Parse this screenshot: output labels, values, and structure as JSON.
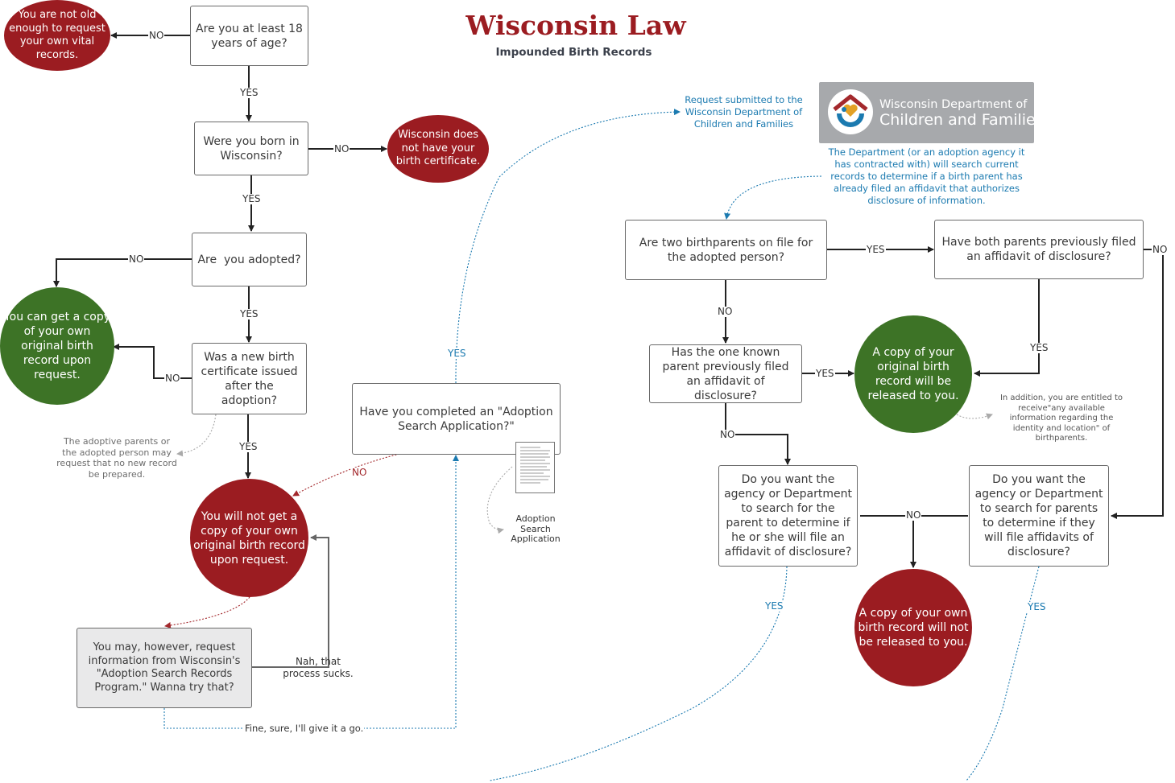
{
  "header": {
    "title": "Wisconsin Law",
    "subtitle": "Impounded Birth Records"
  },
  "logo": {
    "line1": "Wisconsin Department of",
    "line2": "Children and Families",
    "colors": {
      "background": "#a7a9ac",
      "roof": "#a3282c",
      "ring": "#1b7ab0",
      "heart": "#e3a126"
    }
  },
  "colors": {
    "red": "#9b1c21",
    "green": "#3d7326",
    "blue": "#1b7ab0",
    "grey_box": "#e9e9ea",
    "line": "#222222"
  },
  "left_flow": {
    "q_age": "Are you at least 18 years of age?",
    "r_not_old": "You are not old enough to request your own vital records.",
    "q_born": "Were you born in Wisconsin?",
    "r_no_cert": "Wisconsin does not have your birth certificate.",
    "q_adopted": "Are  you adopted?",
    "r_can_get": "You can get a copy of your own original birth record upon request.",
    "q_new_cert": "Was a new birth certificate issued after the adoption?",
    "note_adoptive": "The adoptive parents or the adopted person may request that no new record be prepared.",
    "r_will_not": "You will not get a copy of your own original birth record upon request.",
    "q_program": "You may, however, request information from Wisconsin's \"Adoption Search Records Program.\" Wanna try that?",
    "note_nah": "Nah, that process sucks.",
    "q_application": "Have you completed an \"Adoption Search Application?\"",
    "doc_caption": "Adoption Search Application"
  },
  "middle": {
    "note_submitted": "Request submitted to the Wisconsin Department of Children and Families",
    "note_department": "The Department (or an adoption agency it has contracted with) will search current records to determine if a birth parent has already filed an affidavit that authorizes disclosure of information."
  },
  "right_flow": {
    "q_two_parents": "Are two birthparents on file for the adopted person?",
    "q_both_filed": "Have both parents previously filed an affidavit of disclosure?",
    "q_one_filed": "Has the one known parent previously filed an affidavit of disclosure?",
    "r_released": "A copy of your original birth record will be released to you.",
    "note_addition": "In addition, you are entitled to receive\"any available information regarding the identity and location\" of birthparents.",
    "q_search_parent": "Do you want the agency or Department to search for the parent to determine if he or she will file an affidavit of disclosure?",
    "q_search_parents": "Do you want the agency or Department to search for parents to determine if they will file affidavits of disclosure?",
    "r_not_released": "A copy of your own birth record will not be released to you."
  },
  "edge_labels": {
    "no": "NO",
    "yes": "YES",
    "fine": "Fine, sure, I'll give it a go."
  }
}
